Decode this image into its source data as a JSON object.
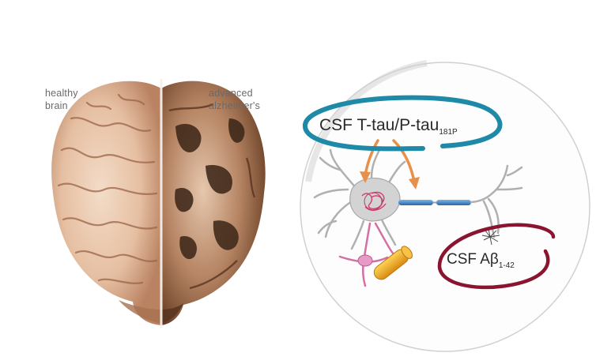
{
  "left_panel": {
    "healthy_label": [
      "healthy",
      "brain"
    ],
    "alzheimers_label": [
      "advanced",
      "alzheimer's"
    ]
  },
  "right_panel": {
    "tau_marker": {
      "text": "CSF T-tau/P-tau",
      "subscript": "181P",
      "ring_color": "#1e8aa8"
    },
    "amyloid_marker": {
      "text": "CSF Aβ",
      "subscript": "1-42",
      "ring_color": "#8a1530"
    }
  },
  "colors": {
    "axon": "#3a7fc4",
    "arrows": "#e8904a",
    "neuron_body": "#c8c8c8",
    "pink_cell": "#d36fa5",
    "vessel": "#f0b020"
  }
}
